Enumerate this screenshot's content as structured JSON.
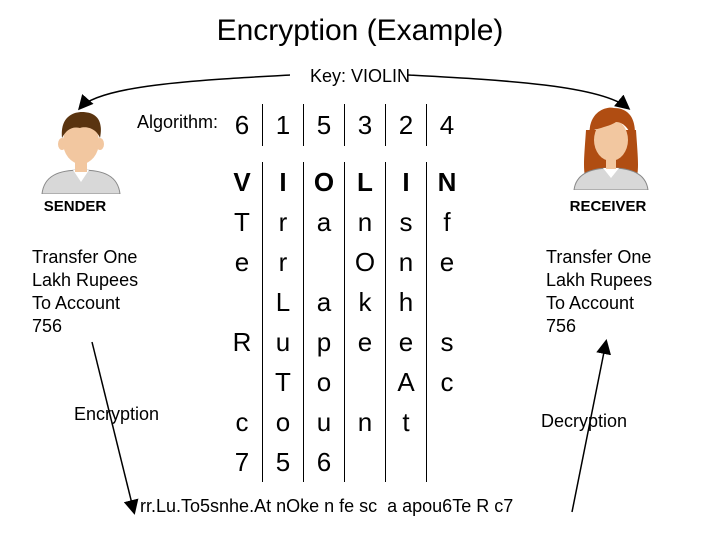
{
  "title": "Encryption (Example)",
  "key_text": "Key: VIOLIN",
  "algorithm_label": "Algorithm:",
  "order": [
    "6",
    "1",
    "5",
    "3",
    "2",
    "4"
  ],
  "grid": [
    [
      "V",
      "I",
      "O",
      "L",
      "I",
      "N"
    ],
    [
      "T",
      "r",
      "a",
      "n",
      "s",
      "f"
    ],
    [
      "e",
      "r",
      "",
      "O",
      "n",
      "e"
    ],
    [
      "",
      "L",
      "a",
      "k",
      "h",
      ""
    ],
    [
      "R",
      "u",
      "p",
      "e",
      "e",
      "s"
    ],
    [
      "",
      "T",
      "o",
      "",
      "A",
      "c"
    ],
    [
      "c",
      "o",
      "u",
      "n",
      "t",
      ""
    ],
    [
      "7",
      "5",
      "6",
      "",
      "",
      ""
    ]
  ],
  "sender": {
    "label": "SENDER",
    "message": "Transfer One\nLakh Rupees\nTo Account\n756",
    "action": "Encryption"
  },
  "receiver": {
    "label": "RECEIVER",
    "message": "Transfer One\nLakh Rupees\nTo Account\n756",
    "action": "Decryption"
  },
  "ciphertext": "rr.Lu.To5snhe.At nOke n fe sc  a apou6Te R c7",
  "colors": {
    "skin": "#f2c7a0",
    "male_hair": "#5a3410",
    "female_hair": "#b04d12",
    "shirt": "#d8d8d8"
  }
}
